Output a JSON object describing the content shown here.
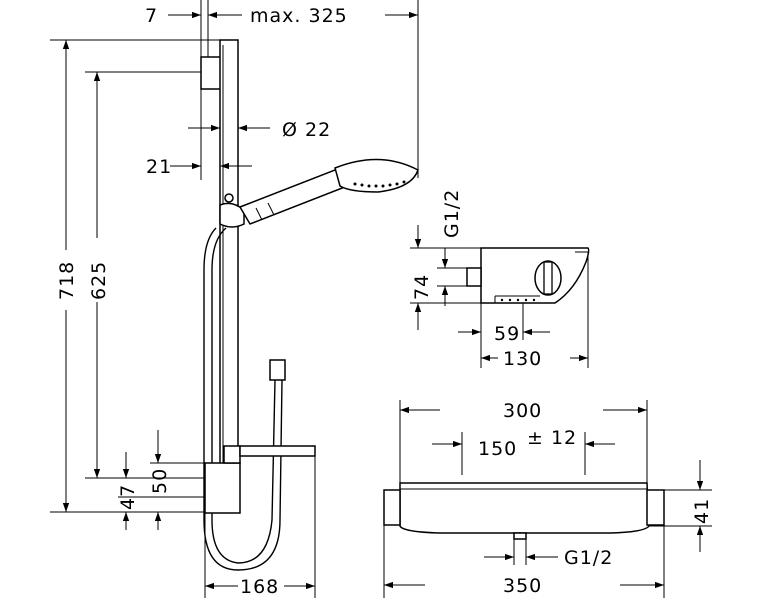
{
  "dimensions": {
    "rail_offset": "7",
    "max_reach": "max. 325",
    "rail_diameter": "Ø 22",
    "wall_gap": "21",
    "overall_height": "718",
    "handshower_height": "625",
    "lower_bracket_a": "50",
    "lower_bracket_b": "47",
    "shelf_width": "168",
    "thermo_thread_top": "G1/2",
    "thermo_height": "74",
    "thermo_inlet_offset": "59",
    "thermo_depth": "130",
    "front_width": "300",
    "connection_spacing": "150",
    "connection_tolerance": "± 12",
    "front_height": "41",
    "outlet_thread": "G1/2",
    "overall_width": "350"
  },
  "colors": {
    "line": "#000000",
    "background": "#ffffff"
  }
}
